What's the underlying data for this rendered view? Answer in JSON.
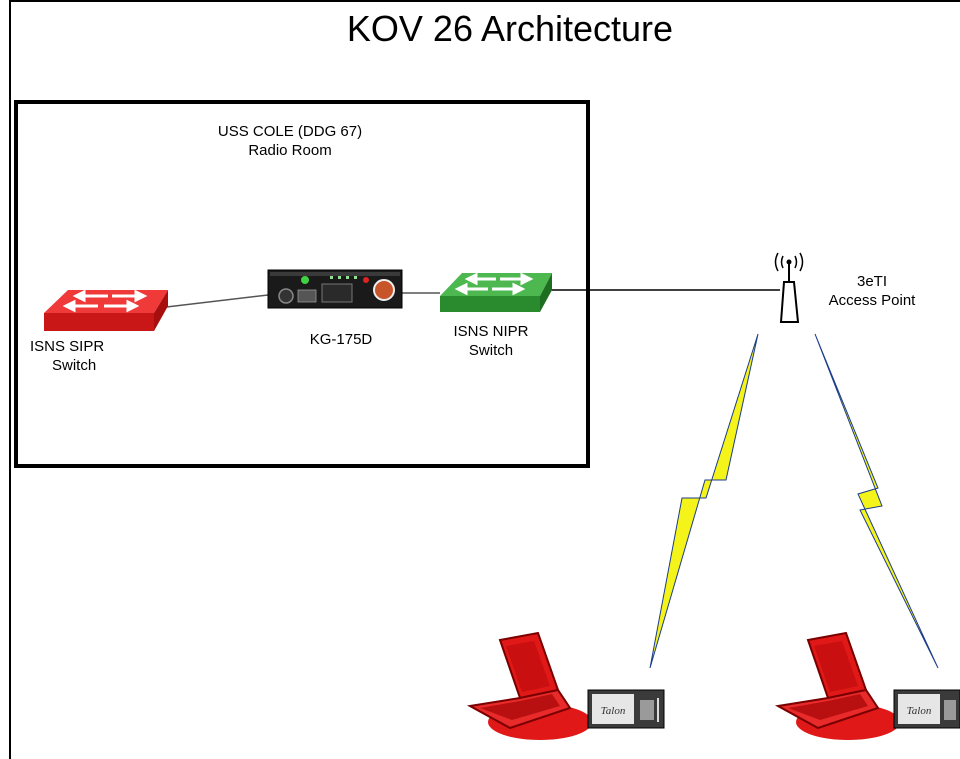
{
  "title": "KOV 26 Architecture",
  "room": {
    "name_line1": "USS COLE (DDG 67)",
    "name_line2": "Radio Room"
  },
  "sipr_switch": {
    "line1": "ISNS SIPR",
    "line2": "Switch",
    "color": "#e02020"
  },
  "kg_device": {
    "label": "KG-175D"
  },
  "nipr_switch": {
    "line1": "ISNS NIPR",
    "line2": "Switch",
    "color": "#2e9a36"
  },
  "access_point": {
    "line1": "3eTI",
    "line2": "Access Point"
  },
  "laptops": [
    {
      "device_label": "Talon"
    },
    {
      "device_label": "Talon"
    }
  ],
  "colors": {
    "laptop_red": "#e01818",
    "lightning_yellow": "#f4f41a",
    "link_blue": "#1c3c8c"
  }
}
